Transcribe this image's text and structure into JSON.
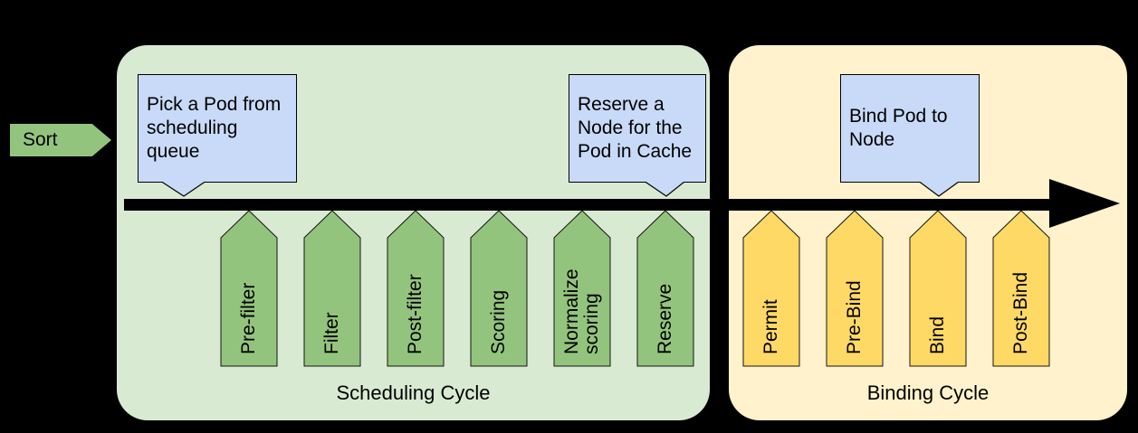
{
  "diagram": {
    "sort_label": "Sort",
    "callout_color": "#c9daf8",
    "scheduling": {
      "title": "Scheduling Cycle",
      "panel_color": "#d9ead3",
      "phase_color": "#93c47d",
      "phases": [
        "Pre-filter",
        "Filter",
        "Post-filter",
        "Scoring",
        "Normalize\nscoring",
        "Reserve"
      ]
    },
    "binding": {
      "title": "Binding Cycle",
      "panel_color": "#fff2cc",
      "phase_color": "#ffd966",
      "phases": [
        "Permit",
        "Pre-Bind",
        "Bind",
        "Post-Bind"
      ]
    },
    "callouts": [
      {
        "text": "Pick a Pod from\nscheduling\nqueue"
      },
      {
        "text": "Reserve a\nNode for the\nPod in Cache"
      },
      {
        "text": "Bind Pod to\nNode"
      }
    ]
  }
}
